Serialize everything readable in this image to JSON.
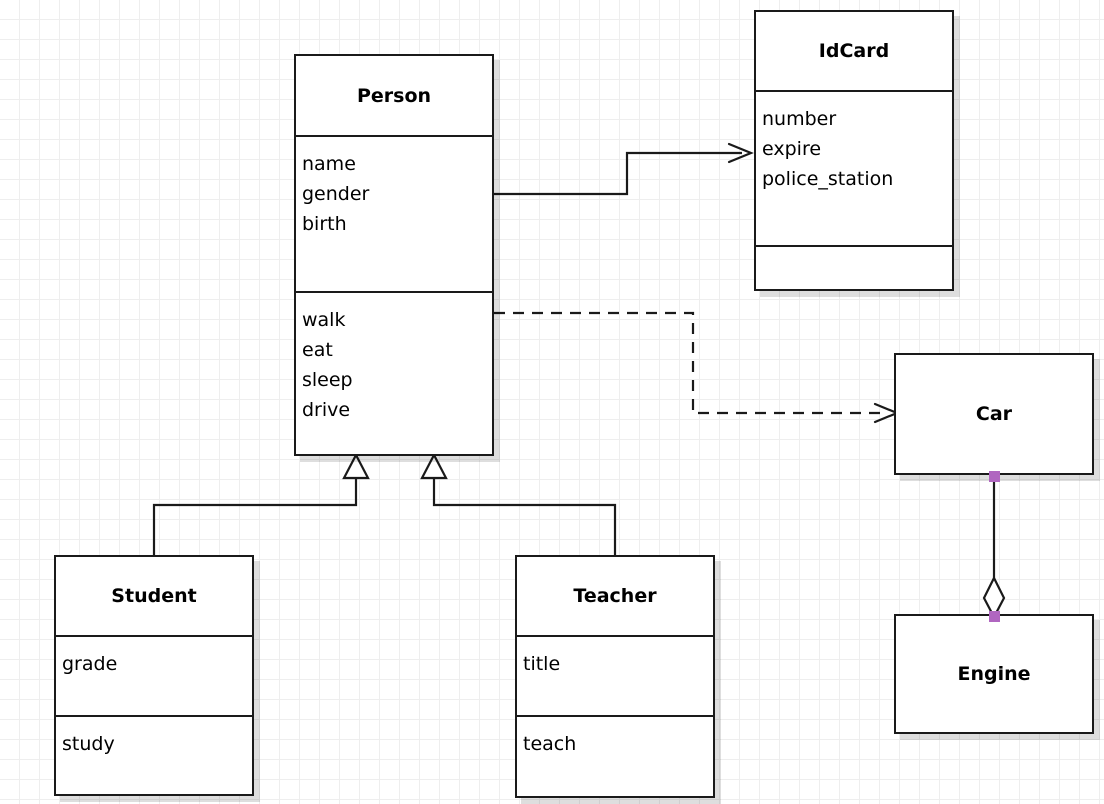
{
  "diagram": {
    "type": "uml-class-diagram",
    "background": "#ffffff",
    "grid_color": "#eeeeee",
    "line_color": "#1a1a1a",
    "handle_color": "#b066c0",
    "classes": [
      {
        "id": "person",
        "name": "Person",
        "attributes": [
          "name",
          "gender",
          "birth"
        ],
        "methods": [
          "walk",
          "eat",
          "sleep",
          "drive"
        ]
      },
      {
        "id": "idcard",
        "name": "IdCard",
        "attributes": [
          "number",
          "expire",
          "police_station"
        ],
        "methods": []
      },
      {
        "id": "student",
        "name": "Student",
        "attributes": [
          "grade"
        ],
        "methods": [
          "study"
        ]
      },
      {
        "id": "teacher",
        "name": "Teacher",
        "attributes": [
          "title"
        ],
        "methods": [
          "teach"
        ]
      },
      {
        "id": "car",
        "name": "Car",
        "attributes": [],
        "methods": []
      },
      {
        "id": "engine",
        "name": "Engine",
        "attributes": [],
        "methods": []
      }
    ],
    "relationships": [
      {
        "id": "person-idcard",
        "kind": "association",
        "from": "person",
        "to": "idcard",
        "style": "solid",
        "arrow": "open-arrow"
      },
      {
        "id": "person-car",
        "kind": "dependency",
        "from": "person",
        "to": "car",
        "style": "dashed",
        "arrow": "open-arrow"
      },
      {
        "id": "student-person",
        "kind": "generalization",
        "from": "student",
        "to": "person",
        "style": "solid",
        "arrow": "hollow-triangle"
      },
      {
        "id": "teacher-person",
        "kind": "generalization",
        "from": "teacher",
        "to": "person",
        "style": "solid",
        "arrow": "hollow-triangle"
      },
      {
        "id": "car-engine",
        "kind": "aggregation",
        "from": "car",
        "to": "engine",
        "style": "solid",
        "arrow": "hollow-diamond"
      }
    ]
  }
}
